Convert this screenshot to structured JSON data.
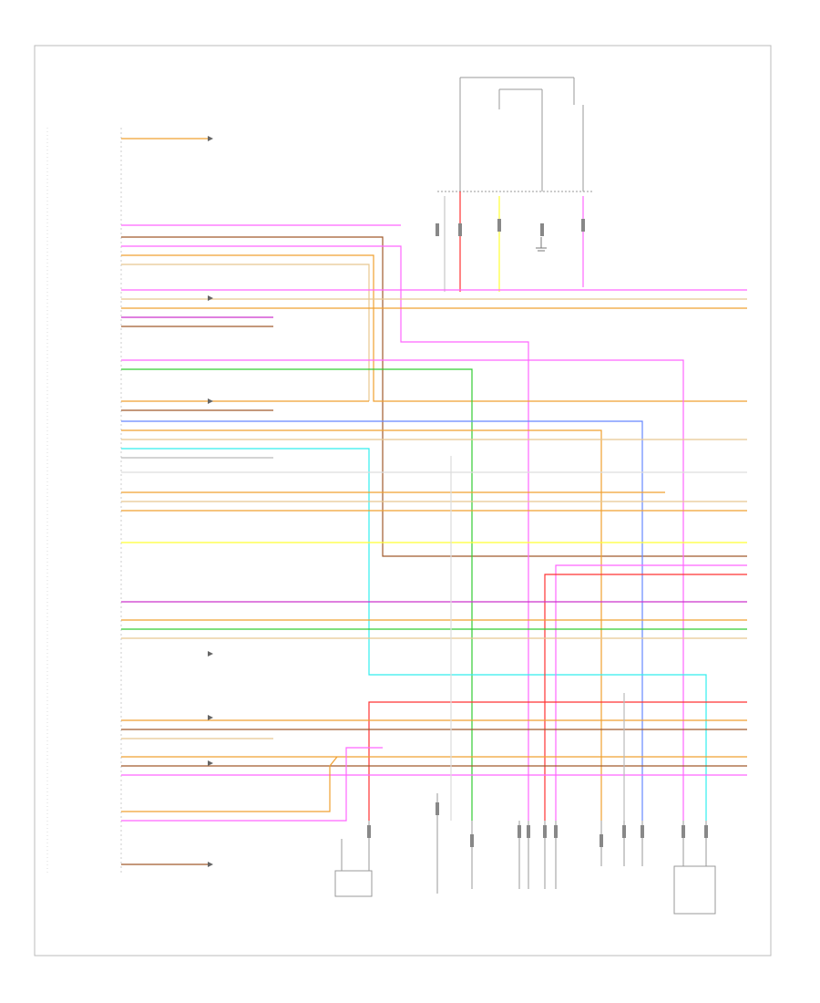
{
  "wire_colors": {
    "pink": "#ff66ff",
    "orange": "#f0a030",
    "yellow": "#ffff33",
    "tan": "#e8c890",
    "brown": "#a05a2c",
    "red": "#ff3333",
    "green": "#33cc33",
    "blue": "#6688ff",
    "cyan": "#33eeee",
    "gray": "#bbbbbb",
    "purple": "#cc33cc",
    "pale": "#dddddd"
  },
  "sheet_label": "",
  "icons": [
    "ground-symbol",
    "connector-pin",
    "splice-dot"
  ]
}
